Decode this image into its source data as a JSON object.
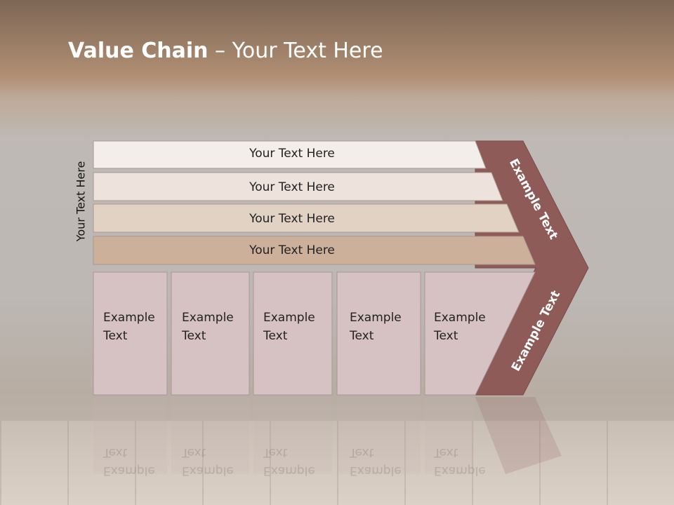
{
  "title": {
    "bold": "Value Chain",
    "rest": " – Your Text Here"
  },
  "side_label": "Your Text Here",
  "bars": [
    {
      "label": "Your Text Here",
      "fill": "#f3eeea"
    },
    {
      "label": "Your Text Here",
      "fill": "#ede3dc"
    },
    {
      "label": "Your Text Here",
      "fill": "#e2d2c4"
    },
    {
      "label": "Your Text Here",
      "fill": "#cdb09a"
    }
  ],
  "boxes": [
    {
      "label": "Example\nText"
    },
    {
      "label": "Example\nText"
    },
    {
      "label": "Example\nText"
    },
    {
      "label": "Example\nText"
    },
    {
      "label": "Example\nText"
    }
  ],
  "arrow": {
    "upper_label": "Example Text",
    "lower_label": "Example Text",
    "fill": "#8e5b59",
    "box_fill": "#d6c2c3"
  }
}
